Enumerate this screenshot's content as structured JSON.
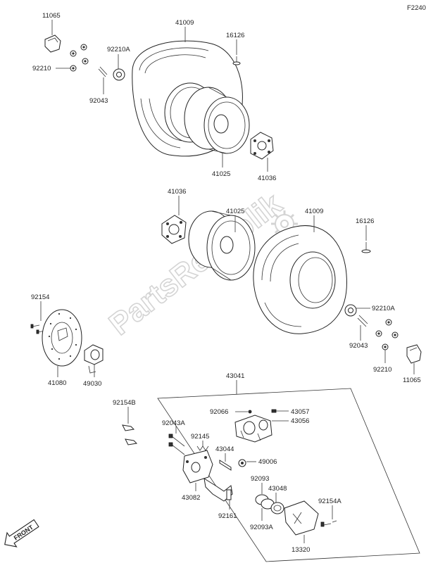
{
  "figure_code": "F2240",
  "watermark": "PartsRepublik",
  "front_label": "FRONT",
  "labels": {
    "p11065_top": "11065",
    "p41009_top": "41009",
    "p16126_top": "16126",
    "p92210A_top": "92210A",
    "p92210_top": "92210",
    "p92043_top": "92043",
    "p41025_top": "41025",
    "p41036_top": "41036",
    "p41036_mid": "41036",
    "p41025_mid": "41025",
    "p41009_mid": "41009",
    "p16126_mid": "16126",
    "p92154": "92154",
    "p92210A_mid": "92210A",
    "p92043_mid": "92043",
    "p92210_mid": "92210",
    "p11065_mid": "11065",
    "p41080": "41080",
    "p49030": "49030",
    "p43041": "43041",
    "p92154B": "92154B",
    "p92066": "92066",
    "p43057": "43057",
    "p43056": "43056",
    "p92043A": "92043A",
    "p92145": "92145",
    "p43044": "43044",
    "p49006": "49006",
    "p92093": "92093",
    "p43048": "43048",
    "p43082": "43082",
    "p92161": "92161",
    "p92093A": "92093A",
    "p92154A": "92154A",
    "p13320": "13320"
  }
}
